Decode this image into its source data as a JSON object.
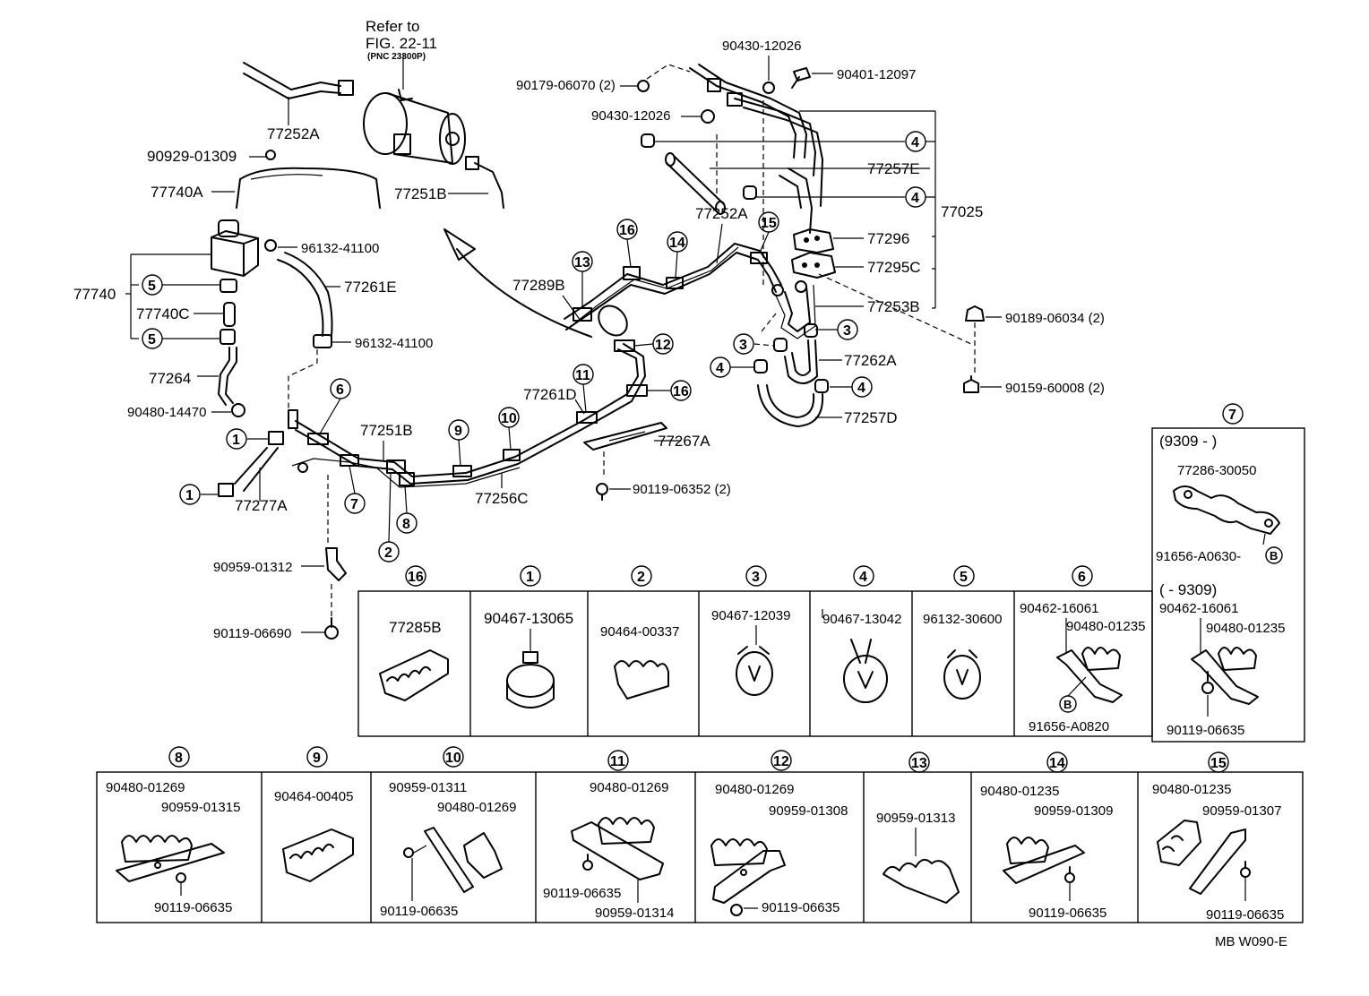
{
  "top": {
    "refer_line1": "Refer to",
    "refer_line2": "FIG. 22-11",
    "refer_line3": "(PNC 23300P)"
  },
  "labels": {
    "p77252A_top": "77252A",
    "p90929": "90929-01309",
    "p77740A": "77740A",
    "p77251B_top": "77251B",
    "p96132a": "96132-41100",
    "p77740": "77740",
    "p77740C": "77740C",
    "p77261E": "77261E",
    "p96132b": "96132-41100",
    "p77264": "77264",
    "p90480_14470": "90480-14470",
    "p77277A": "77277A",
    "p77251B_mid": "77251B",
    "p77256C": "77256C",
    "p77261D": "77261D",
    "p77267A": "77267A",
    "p90119_06352": "90119-06352 (2)",
    "p90959_01312": "90959-01312",
    "p90119_06690": "90119-06690",
    "p77289B": "77289B",
    "p77252A_mid": "77252A",
    "p90179": "90179-06070 (2)",
    "p90430a": "90430-12026",
    "p90401": "90401-12097",
    "p90430b": "90430-12026",
    "p77257E": "77257E",
    "p77025": "77025",
    "p77296": "77296",
    "p77295C": "77295C",
    "p77253B": "77253B",
    "p90189": "90189-06034 (2)",
    "p90159": "90159-60008 (2)",
    "p77262A": "77262A",
    "p77257D": "77257D",
    "code": "MB  W090-E"
  },
  "callouts": {
    "c1": "1",
    "c2": "2",
    "c3": "3",
    "c4": "4",
    "c5": "5",
    "c6": "6",
    "c7": "7",
    "c8": "8",
    "c9": "9",
    "c10": "10",
    "c11": "11",
    "c12": "12",
    "c13": "13",
    "c14": "14",
    "c15": "15",
    "c16": "16",
    "cB": "B"
  },
  "boxes_row1": [
    {
      "num": "16",
      "parts": [
        "77285B"
      ]
    },
    {
      "num": "1",
      "parts": [
        "90467-13065"
      ]
    },
    {
      "num": "2",
      "parts": [
        "90464-00337"
      ]
    },
    {
      "num": "3",
      "parts": [
        "90467-12039"
      ]
    },
    {
      "num": "4",
      "parts": [
        "90467-13042"
      ]
    },
    {
      "num": "5",
      "parts": [
        "96132-30600"
      ]
    },
    {
      "num": "6",
      "parts": [
        "90462-16061",
        "90480-01235",
        "91656-A0820"
      ]
    }
  ],
  "box7": {
    "num": "7",
    "range_top": "(9309 -           )",
    "part_a": "77286-30050",
    "part_b": "91656-A0630-",
    "range_bottom": "(       - 9309)",
    "part_c": "90462-16061",
    "part_d": "90480-01235",
    "part_e": "90119-06635"
  },
  "boxes_row2": [
    {
      "num": "8",
      "parts": [
        "90480-01269",
        "90959-01315",
        "90119-06635"
      ]
    },
    {
      "num": "9",
      "parts": [
        "90464-00405"
      ]
    },
    {
      "num": "10",
      "parts": [
        "90959-01311",
        "90480-01269",
        "90119-06635"
      ]
    },
    {
      "num": "11",
      "parts": [
        "90480-01269",
        "90119-06635",
        "90959-01314"
      ]
    },
    {
      "num": "12",
      "parts": [
        "90480-01269",
        "90959-01308",
        "90119-06635"
      ]
    },
    {
      "num": "13",
      "parts": [
        "90959-01313"
      ]
    },
    {
      "num": "14",
      "parts": [
        "90480-01235",
        "90959-01309",
        "90119-06635"
      ]
    },
    {
      "num": "15",
      "parts": [
        "90480-01235",
        "90959-01307",
        "90119-06635"
      ]
    }
  ]
}
